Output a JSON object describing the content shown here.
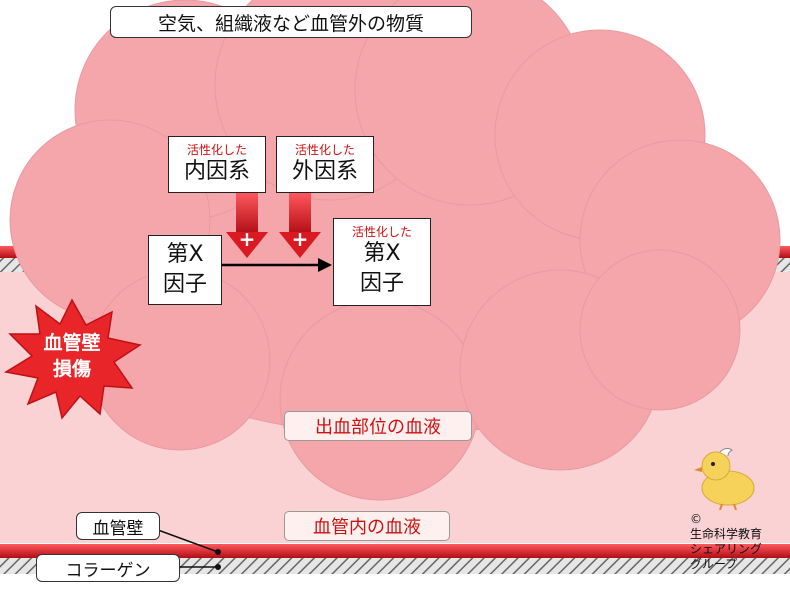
{
  "title": "空気、組織液など血管外の物質",
  "activated_label": "活性化した",
  "intrinsic": "内因系",
  "extrinsic": "外因系",
  "factor_x_line1": "第X",
  "factor_x_line2": "因子",
  "plus": "+",
  "damage_line1": "血管壁",
  "damage_line2": "損傷",
  "bleeding_blood": "出血部位の血液",
  "intravascular_blood": "血管内の血液",
  "vessel_wall": "血管壁",
  "collagen": "コラーゲン",
  "copyright_symbol": "©",
  "copyright_lines": [
    "生命科学教育",
    "シェアリング",
    "グループ"
  ],
  "colors": {
    "cloud": "#f4a6ab",
    "inner_bg": "#fbd2d4",
    "wall_red": "#d91a22",
    "burst": "#e8262a",
    "arrow_red": "#e0242a"
  }
}
